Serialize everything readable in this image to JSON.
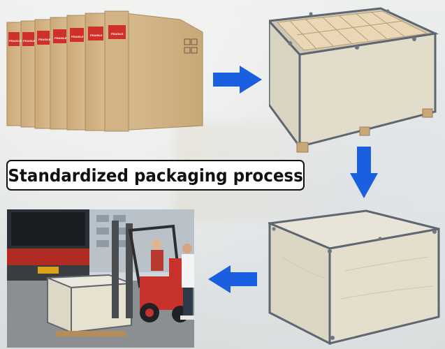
{
  "title": "Standardized packaging process",
  "box_labels": [
    "FRAGILE",
    "FRAGILE",
    "FRAGILE",
    "FRAGILE",
    "FRAGILE",
    "FRAGILE",
    "FRAGILE"
  ],
  "colors": {
    "arrow_blue": "#1a5fe0",
    "cardboard": "#c9a77c",
    "plywood": "#ddd6c4",
    "steel_edge": "#5e6670",
    "forklift_red": "#c8322c"
  },
  "icons": {
    "arrow_step_1": "arrow-right-icon",
    "arrow_step_2": "arrow-down-icon",
    "arrow_step_3": "arrow-left-icon"
  }
}
